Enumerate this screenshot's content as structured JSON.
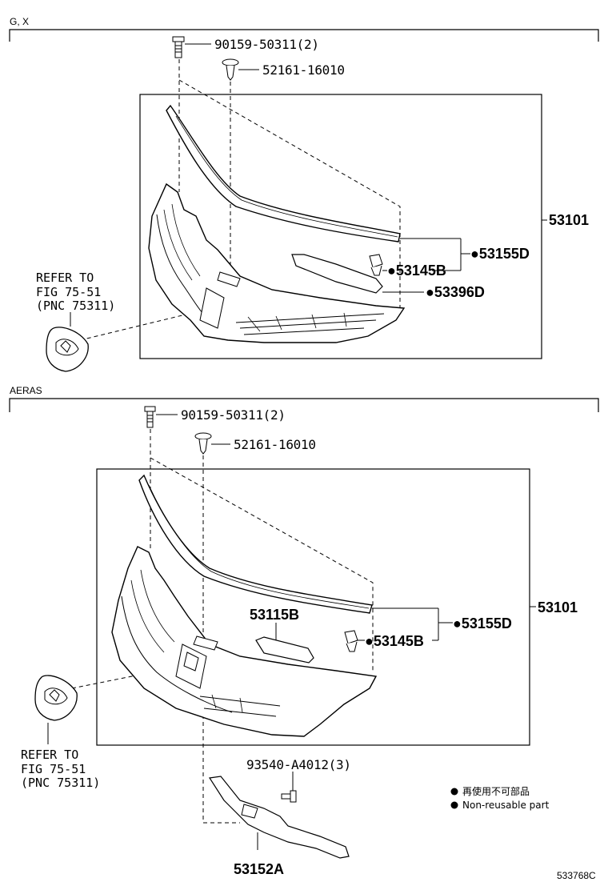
{
  "sections": [
    {
      "title": "G, X"
    },
    {
      "title": "AERAS"
    }
  ],
  "labels": {
    "top_bolt": "90159-50311(2)",
    "top_clip": "52161-16010",
    "top_assembly": "53101",
    "top_seal": "●53155D",
    "top_retainer": "●53145B",
    "top_bracket": "●53396D",
    "top_ref1": "REFER TO",
    "top_ref2": "FIG 75-51",
    "top_ref3": "(PNC 75311)",
    "bot_bolt": "90159-50311(2)",
    "bot_clip": "52161-16010",
    "bot_assembly": "53101",
    "bot_seal": "●53155D",
    "bot_retainer": "●53145B",
    "bot_part": "53115B",
    "bot_ref1": "REFER TO",
    "bot_ref2": "FIG 75-51",
    "bot_ref3": "(PNC 75311)",
    "bot_bolt2": "93540-A4012(3)",
    "bot_lower": "53152A"
  },
  "legend": {
    "line_jp": "再使用不可部品",
    "line_en": "Non-reusable part"
  },
  "diagram_code": "533768C"
}
